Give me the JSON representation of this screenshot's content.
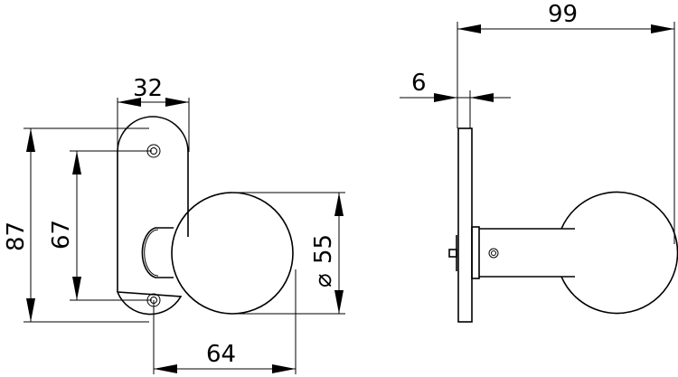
{
  "drawing": {
    "type": "technical-drawing",
    "subject": "door knob on oval rose plate",
    "views": [
      "front view",
      "side view"
    ],
    "colors": {
      "line": "#000000",
      "background": "#ffffff"
    }
  },
  "dimensions": {
    "plate_width": "32",
    "plate_height": "87",
    "hole_spacing": "67",
    "knob_diameter": "55",
    "diameter_symbol": "⌀",
    "knob_offset": "64",
    "total_depth": "99",
    "plate_thickness": "6"
  }
}
